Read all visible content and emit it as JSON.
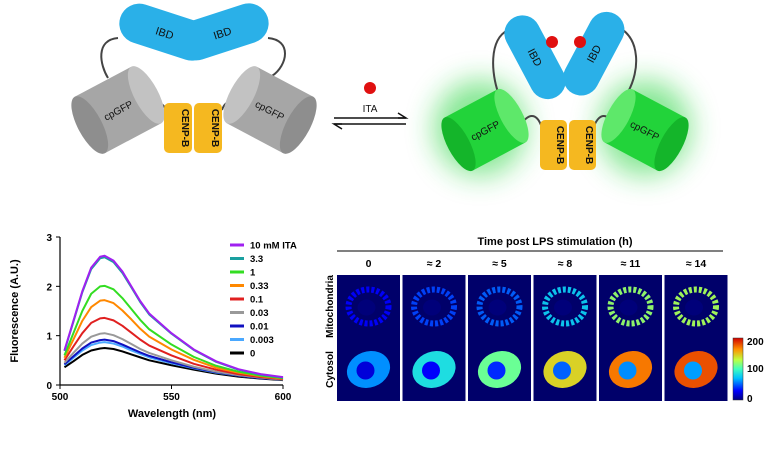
{
  "schematic": {
    "left_state": {
      "ibd_labels": [
        "IBD",
        "IBD"
      ],
      "cpgfp_labels": [
        "cpGFP",
        "cpGFP"
      ],
      "cenpb_labels": [
        "CENP-B",
        "CENP-B"
      ]
    },
    "ligand_label": "ITA",
    "right_state": {
      "ibd_labels": [
        "IBD",
        "IBD"
      ],
      "cpgfp_labels": [
        "cpGFP",
        "cpGFP"
      ],
      "cenpb_labels": [
        "CENP-B",
        "CENP-B"
      ]
    },
    "colors": {
      "ibd": "#2ab0e8",
      "cpgfp_off": "#a6a6a6",
      "cpgfp_on": "#22d33a",
      "cenpb": "#f5b820",
      "ligand": "#e01010"
    }
  },
  "chart_data": {
    "type": "line",
    "xlabel": "Wavelength (nm)",
    "ylabel": "Fluorescence (A.U.)",
    "xlim": [
      500,
      600
    ],
    "ylim": [
      0,
      3
    ],
    "xticks": [
      "500",
      "550",
      "600"
    ],
    "yticks": [
      "0",
      "1",
      "2",
      "3"
    ],
    "legend_position": "right",
    "x": [
      502,
      506,
      510,
      514,
      518,
      520,
      524,
      528,
      532,
      536,
      540,
      550,
      560,
      570,
      580,
      590,
      600
    ],
    "series": [
      {
        "name": "10 mM ITA",
        "color": "#a020f0",
        "values": [
          0.7,
          1.3,
          1.9,
          2.38,
          2.6,
          2.62,
          2.52,
          2.3,
          2.0,
          1.7,
          1.45,
          1.05,
          0.72,
          0.48,
          0.32,
          0.22,
          0.16
        ]
      },
      {
        "name": "3.3",
        "color": "#1aa0a0",
        "values": [
          0.69,
          1.28,
          1.88,
          2.35,
          2.57,
          2.59,
          2.49,
          2.27,
          1.98,
          1.68,
          1.43,
          1.04,
          0.71,
          0.47,
          0.31,
          0.21,
          0.15
        ]
      },
      {
        "name": "1",
        "color": "#33dd22",
        "values": [
          0.6,
          1.05,
          1.5,
          1.85,
          2.0,
          2.01,
          1.94,
          1.76,
          1.54,
          1.32,
          1.13,
          0.82,
          0.57,
          0.39,
          0.27,
          0.19,
          0.14
        ]
      },
      {
        "name": "0.33",
        "color": "#ff8800",
        "values": [
          0.55,
          0.92,
          1.3,
          1.58,
          1.71,
          1.72,
          1.66,
          1.51,
          1.33,
          1.14,
          0.98,
          0.72,
          0.51,
          0.35,
          0.25,
          0.18,
          0.13
        ]
      },
      {
        "name": "0.1",
        "color": "#e02020",
        "values": [
          0.5,
          0.78,
          1.05,
          1.26,
          1.35,
          1.36,
          1.31,
          1.2,
          1.06,
          0.92,
          0.8,
          0.6,
          0.43,
          0.31,
          0.22,
          0.16,
          0.12
        ]
      },
      {
        "name": "0.03",
        "color": "#999999",
        "values": [
          0.45,
          0.65,
          0.84,
          0.98,
          1.04,
          1.05,
          1.01,
          0.93,
          0.83,
          0.73,
          0.65,
          0.5,
          0.37,
          0.27,
          0.2,
          0.15,
          0.11
        ]
      },
      {
        "name": "0.01",
        "color": "#1010c0",
        "values": [
          0.42,
          0.58,
          0.74,
          0.86,
          0.91,
          0.92,
          0.89,
          0.82,
          0.74,
          0.66,
          0.59,
          0.46,
          0.35,
          0.26,
          0.19,
          0.14,
          0.11
        ]
      },
      {
        "name": "0.003",
        "color": "#4aa8ff",
        "values": [
          0.4,
          0.55,
          0.7,
          0.81,
          0.86,
          0.87,
          0.84,
          0.78,
          0.7,
          0.63,
          0.56,
          0.44,
          0.34,
          0.25,
          0.19,
          0.14,
          0.11
        ]
      },
      {
        "name": "0",
        "color": "#000000",
        "values": [
          0.36,
          0.48,
          0.61,
          0.7,
          0.74,
          0.75,
          0.73,
          0.68,
          0.62,
          0.56,
          0.5,
          0.4,
          0.31,
          0.23,
          0.17,
          0.13,
          0.1
        ]
      }
    ]
  },
  "imaging": {
    "title": "Time post LPS stimulation (h)",
    "timepoints": [
      "0",
      "≈ 2",
      "≈ 5",
      "≈ 8",
      "≈ 11",
      "≈ 14"
    ],
    "rows": [
      {
        "label": "Mitochondria",
        "levels": [
          0.15,
          0.22,
          0.25,
          0.38,
          0.6,
          0.62
        ]
      },
      {
        "label": "Cytosol",
        "levels": [
          0.3,
          0.42,
          0.55,
          0.72,
          0.85,
          0.9
        ]
      }
    ],
    "colorbar": {
      "max_label": "200",
      "mid_label": "100",
      "min_label": "0"
    }
  }
}
